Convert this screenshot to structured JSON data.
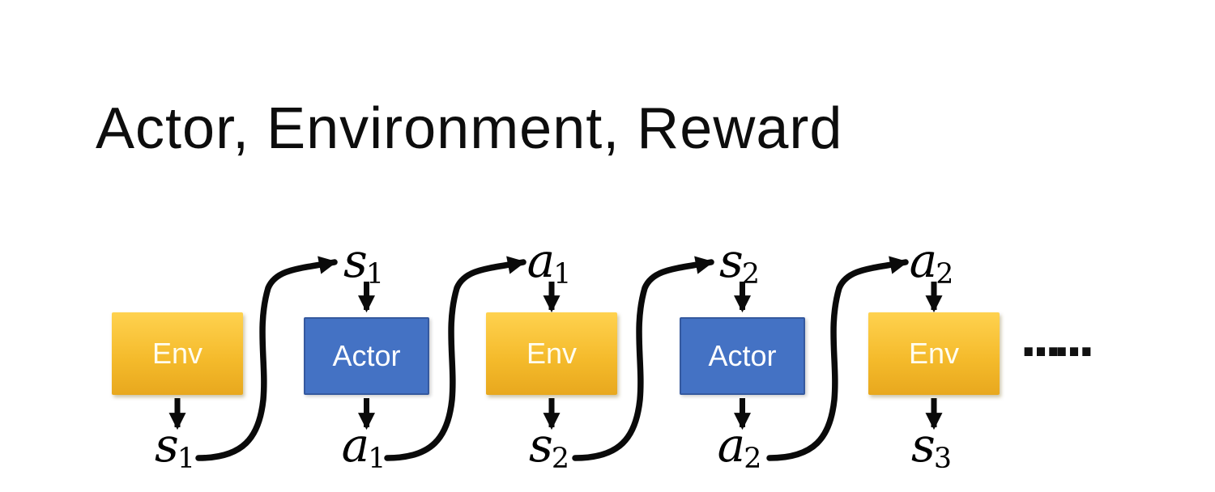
{
  "title": "Actor, Environment, Reward",
  "diagram": {
    "boxes": [
      {
        "label": "Env"
      },
      {
        "label": "Actor"
      },
      {
        "label": "Env"
      },
      {
        "label": "Actor"
      },
      {
        "label": "Env"
      }
    ],
    "top_labels": [
      {
        "base": "s",
        "sub": "1"
      },
      {
        "base": "a",
        "sub": "1"
      },
      {
        "base": "s",
        "sub": "2"
      },
      {
        "base": "a",
        "sub": "2"
      }
    ],
    "bottom_labels": [
      {
        "base": "s",
        "sub": "1"
      },
      {
        "base": "a",
        "sub": "1"
      },
      {
        "base": "s",
        "sub": "2"
      },
      {
        "base": "a",
        "sub": "2"
      },
      {
        "base": "s",
        "sub": "3"
      }
    ],
    "ellipsis": "……"
  },
  "colors": {
    "env_gradient_top": "#FFD24F",
    "env_gradient_bottom": "#E8A81E",
    "actor_fill": "#4472C4",
    "actor_border": "#35599F",
    "arrow": "#0a0a0a",
    "title_text": "#0d0d0d",
    "box_text": "#FFFFFF",
    "label_text": "#000000"
  }
}
